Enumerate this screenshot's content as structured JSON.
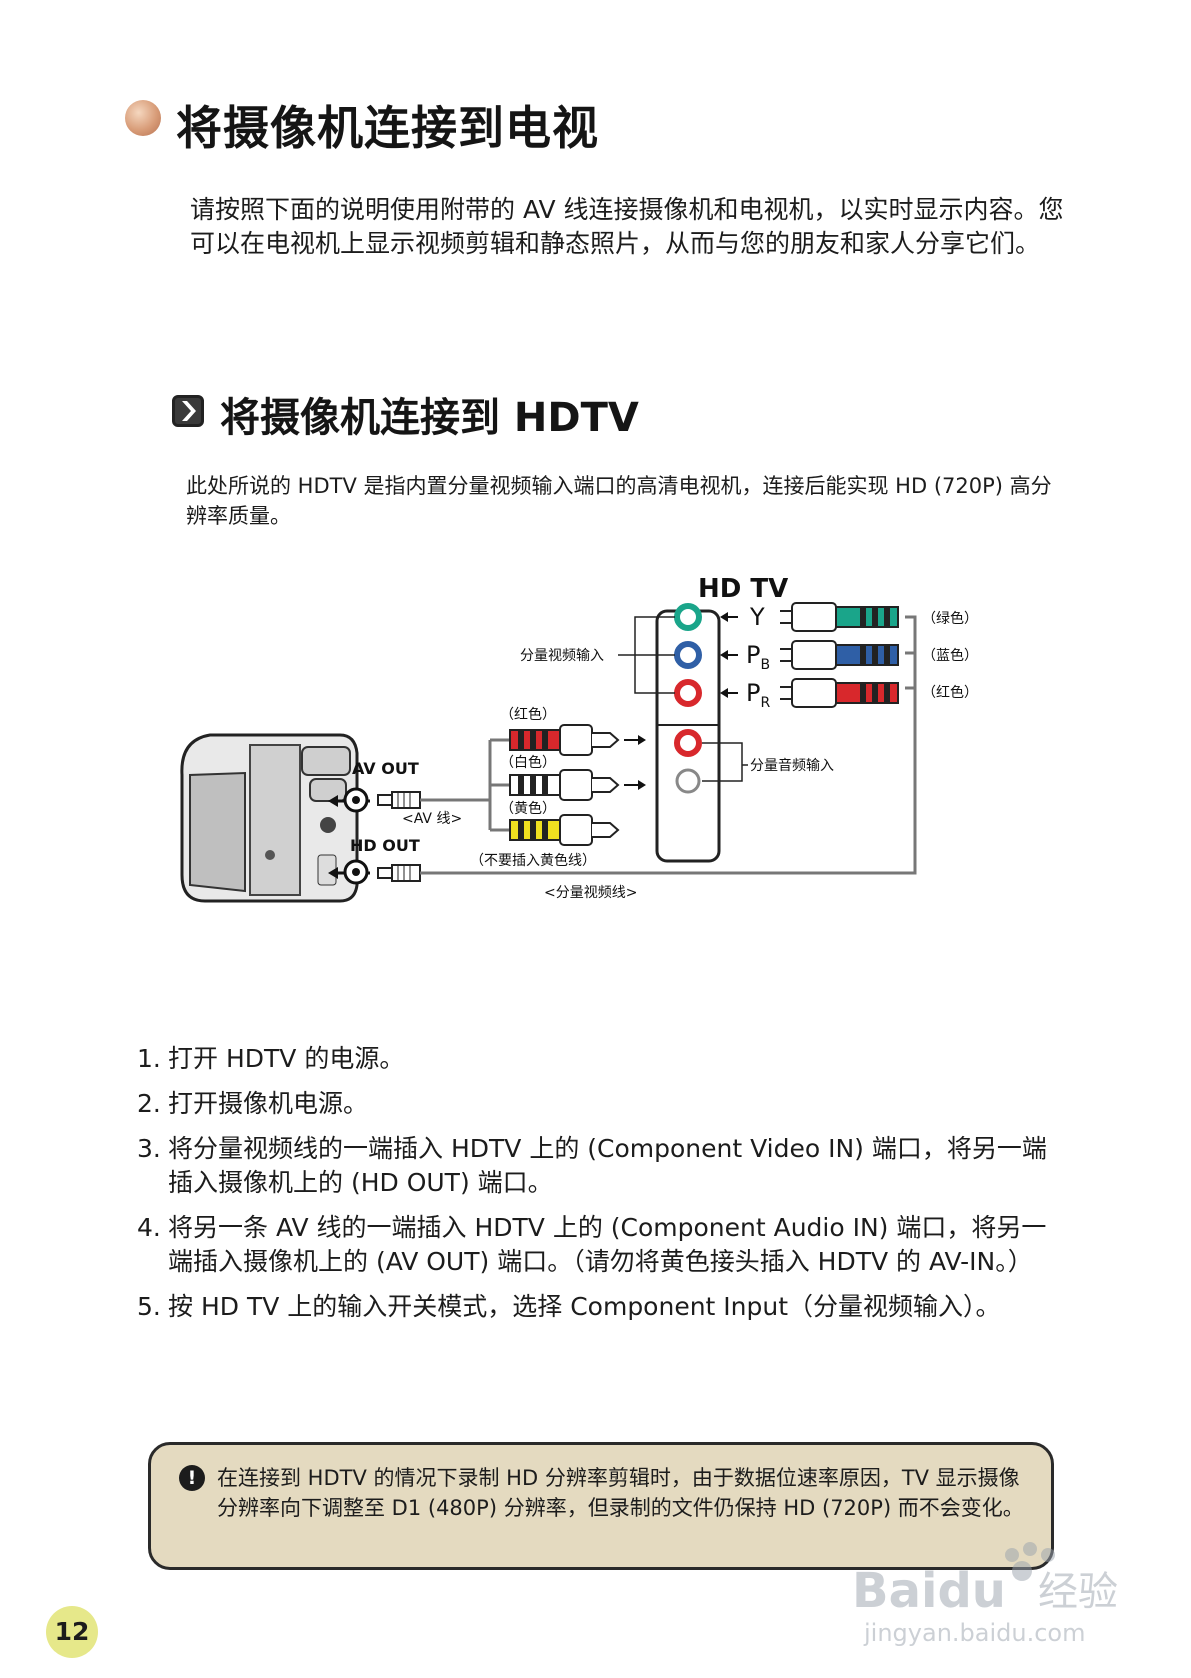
{
  "heading1": "将摄像机连接到电视",
  "intro": "请按照下面的说明使用附带的 AV 线连接摄像机和电视机，以实时显示内容。您可以在电视机上显示视频剪辑和静态照片，从而与您的朋友和家人分享它们。",
  "heading2": "将摄像机连接到 HDTV",
  "description": "此处所说的 HDTV 是指内置分量视频输入端口的高清电视机，连接后能实现 HD (720P) 高分辨率质量。",
  "diagram": {
    "tv_title": "HD TV",
    "component_video_in": "分量视频输入",
    "component_audio_in": "分量音频输入",
    "jack_y": "Y",
    "jack_pb": "P",
    "jack_pb_sub": "B",
    "jack_pr": "P",
    "jack_pr_sub": "R",
    "color_green": "（绿色）",
    "color_blue": "（蓝色）",
    "color_red_right": "（红色）",
    "color_red": "（红色）",
    "color_white": "（白色）",
    "color_yellow": "（黄色）",
    "av_out": "AV OUT",
    "hd_out": "HD OUT",
    "av_cable": "<AV 线>",
    "no_yellow": "（不要插入黄色线）",
    "component_cable": "<分量视频线>",
    "colors": {
      "green": "#1aa58a",
      "blue": "#2f5fa6",
      "red": "#d8282c",
      "yellow": "#f0e020",
      "white": "#ffffff"
    }
  },
  "steps": [
    {
      "num": "1.",
      "text": "打开 HDTV 的电源。"
    },
    {
      "num": "2.",
      "text": "打开摄像机电源。"
    },
    {
      "num": "3.",
      "text": "将分量视频线的一端插入 HDTV 上的 (Component Video IN) 端口，将另一端插入摄像机上的 (HD OUT) 端口。"
    },
    {
      "num": "4.",
      "text": "将另一条  AV 线的一端插入 HDTV 上的 (Component Audio IN) 端口，将另一端插入摄像机上的 (AV OUT) 端口。（请勿将黄色接头插入 HDTV 的 AV-IN。）"
    },
    {
      "num": "5.",
      "text": "按 HD TV 上的输入开关模式，选择 Component Input（分量视频输入）。"
    }
  ],
  "note": {
    "icon": "exclamation-icon",
    "text": "在连接到 HDTV 的情况下录制 HD 分辨率剪辑时，由于数据位速率原因，TV 显示摄像分辨率向下调整至 D1 (480P) 分辨率，但录制的文件仍保持 HD (720P) 而不会变化。"
  },
  "page_number": "12",
  "watermark": {
    "brand": "Bai",
    "brand_du": "du",
    "jingyan": "经验",
    "url": "jingyan.baidu.com"
  }
}
